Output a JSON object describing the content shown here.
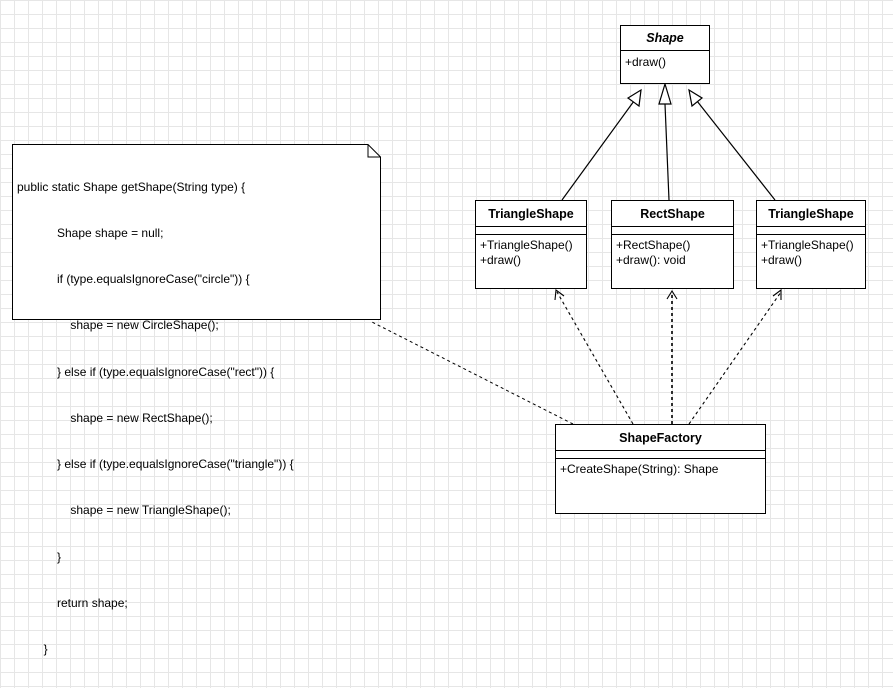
{
  "classes": {
    "shape": {
      "name": "Shape",
      "ops": [
        "+draw()"
      ]
    },
    "triangle_left": {
      "name": "TriangleShape",
      "ops": [
        "+TriangleShape()",
        "+draw()"
      ]
    },
    "rect": {
      "name": "RectShape",
      "ops": [
        "+RectShape()",
        "+draw(): void"
      ]
    },
    "triangle_right": {
      "name": "TriangleShape",
      "ops": [
        "+TriangleShape()",
        "+draw()"
      ]
    },
    "factory": {
      "name": "ShapeFactory",
      "ops": [
        "+CreateShape(String): Shape"
      ]
    }
  },
  "note": {
    "lines": [
      "public static Shape getShape(String type) {",
      "            Shape shape = null;",
      "            if (type.equalsIgnoreCase(\"circle\")) {",
      "                shape = new CircleShape();",
      "            } else if (type.equalsIgnoreCase(\"rect\")) {",
      "                shape = new RectShape();",
      "            } else if (type.equalsIgnoreCase(\"triangle\")) {",
      "                shape = new TriangleShape();",
      "            }",
      "            return shape;",
      "        }"
    ]
  },
  "relationships": [
    {
      "type": "generalization",
      "from": "TriangleShape",
      "to": "Shape"
    },
    {
      "type": "generalization",
      "from": "RectShape",
      "to": "Shape"
    },
    {
      "type": "generalization",
      "from": "TriangleShape",
      "to": "Shape"
    },
    {
      "type": "dependency",
      "from": "ShapeFactory",
      "to": "TriangleShape"
    },
    {
      "type": "dependency",
      "from": "ShapeFactory",
      "to": "RectShape"
    },
    {
      "type": "dependency",
      "from": "ShapeFactory",
      "to": "TriangleShape"
    },
    {
      "type": "note-link",
      "from": "ShapeFactory",
      "to": "note"
    }
  ]
}
